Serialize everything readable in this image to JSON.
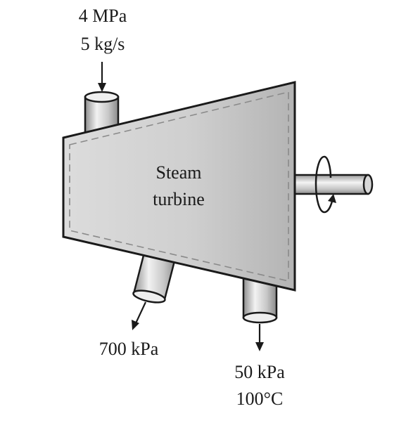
{
  "turbine": {
    "line1": "Steam",
    "line2": "turbine"
  },
  "inlet": {
    "pressure": "4 MPa",
    "flow": "5 kg/s"
  },
  "extraction": {
    "pressure": "700 kPa"
  },
  "exhaust": {
    "pressure": "50 kPa",
    "temperature": "100°C"
  },
  "colors": {
    "stroke": "#1a1a1a",
    "body_light": "#e4e4e4",
    "body_dark": "#a8a8a8",
    "dash": "#8a8a8a"
  }
}
